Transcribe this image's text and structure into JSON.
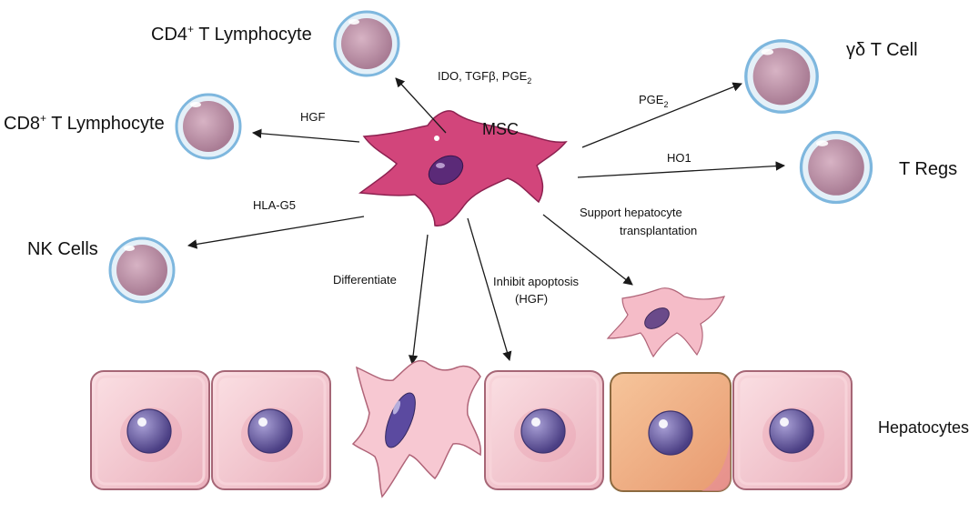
{
  "cells": {
    "cd4": {
      "label": "CD4",
      "sup": "+",
      "rest": " T Lymphocyte"
    },
    "cd8": {
      "label": "CD8",
      "sup": "+",
      "rest": " T Lymphocyte"
    },
    "nk": {
      "label": "NK Cells"
    },
    "gd": {
      "label": "γδ T Cell"
    },
    "treg": {
      "label": "T Regs"
    },
    "msc": {
      "label": "MSC"
    },
    "hepatocytes": {
      "label": "Hepatocytes"
    }
  },
  "arrows": {
    "to_cd4": {
      "text": "IDO, TGFβ, PGE",
      "sub": "2"
    },
    "to_cd8": {
      "text": "HGF"
    },
    "to_nk": {
      "text": "HLA-G5"
    },
    "to_gd": {
      "text": "PGE",
      "sub": "2"
    },
    "to_treg": {
      "text": "HO1"
    },
    "transplant": {
      "line1": "Support hepatocyte",
      "line2": "transplantation"
    },
    "differentiate": {
      "text": "Differentiate"
    },
    "apoptosis": {
      "line1": "Inhibit apoptosis",
      "line2": "(HGF)"
    }
  },
  "colors": {
    "lymph_outer": "#cfe3f2",
    "lymph_ring": "#8cc2e4",
    "lymph_body": "#b48aa0",
    "msc_body": "#d2457b",
    "msc_nucleus": "#5b2a78",
    "hep_body": "#f3c3cc",
    "hep_edge": "#b0707e",
    "hep_nucleus": "#6a5aa0",
    "hep_orange": "#f0a878"
  }
}
